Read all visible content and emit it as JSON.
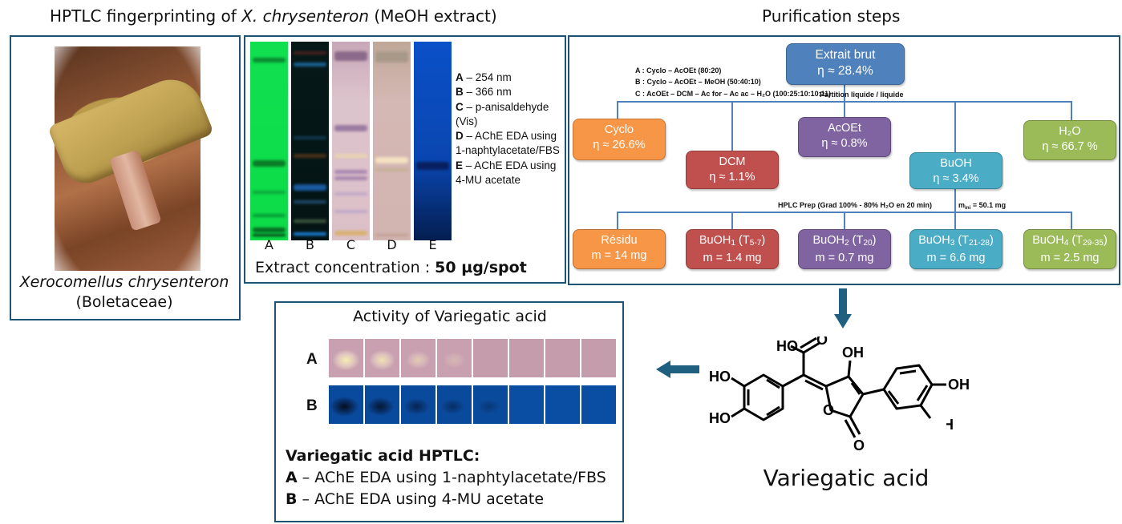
{
  "left_panel": {
    "title_prefix": "HPTLC fingerprinting of ",
    "title_species": "X. chrysenteron",
    "title_suffix": " (MeOH extract)",
    "photo_icon": "mushroom-photo",
    "species_name": "Xerocomellus chrysenteron",
    "family": "(Boletaceae)"
  },
  "tlc": {
    "plates": [
      {
        "label": "A",
        "background": "#0fe04a"
      },
      {
        "label": "B",
        "background": "#061a1a"
      },
      {
        "label": "C",
        "background": "#dcc0c8"
      },
      {
        "label": "D",
        "background": "#d2b4b0"
      },
      {
        "label": "E",
        "background": "#0a46b4"
      }
    ],
    "legend": [
      {
        "key": "A",
        "text": " – 254 nm"
      },
      {
        "key": "B",
        "text": " – 366 nm"
      },
      {
        "key": "C",
        "text": " – p-anisaldehyde (Vis)"
      },
      {
        "key": "D",
        "text": " – AChE EDA using 1-naphtylacetate/FBS"
      },
      {
        "key": "E",
        "text": " – AChE EDA using 4-MU acetate"
      }
    ],
    "concentration_label": "Extract concentration : ",
    "concentration_value": "50 µg/spot"
  },
  "purification": {
    "title": "Purification steps",
    "root": {
      "name": "Extrait brut",
      "yield": "η ≈ 28.4%"
    },
    "solvents": [
      "A : Cyclo – AcOEt (80:20)",
      "B : Cyclo – AcOEt – MeOH (50:40:10)",
      "C : AcOEt – DCM – Ac for – Ac ac – H₂O (100:25:10:10:11)"
    ],
    "partition_label": "Partition liquide / liquide",
    "fractions": [
      {
        "name": "Cyclo",
        "yield": "η ≈ 26.6%",
        "color": "#f79646"
      },
      {
        "name": "DCM",
        "yield": "η ≈ 1.1%",
        "color": "#c0504d"
      },
      {
        "name": "AcOEt",
        "yield": "η ≈ 0.8%",
        "color": "#8064a2"
      },
      {
        "name": "BuOH",
        "yield": "η ≈ 3.4%",
        "color": "#4bacc6"
      },
      {
        "name": "H₂O",
        "yield": "η ≈ 66.7 %",
        "color": "#9bbb59"
      }
    ],
    "hplc_label": "HPLC Prep (Grad 100% - 80% H₂O en 20 min)",
    "mass_initial_label": "m",
    "mass_initial_sub": "ini",
    "mass_initial_value": " = 50.1 mg",
    "subfractions": [
      {
        "name": "Résidu",
        "sub": "",
        "t": "",
        "tsub": "",
        "mass": "m = 14 mg",
        "color": "#f79646"
      },
      {
        "name": "BuOH",
        "sub": "1",
        "t": " (T",
        "tsub": "5-7",
        "mass": "m = 1.4 mg",
        "color": "#c0504d"
      },
      {
        "name": "BuOH",
        "sub": "2",
        "t": " (T",
        "tsub": "20",
        "mass": "m = 0.7 mg",
        "color": "#8064a2"
      },
      {
        "name": "BuOH",
        "sub": "3",
        "t": " (T",
        "tsub": "21-28",
        "mass": "m = 6.6 mg",
        "color": "#4bacc6"
      },
      {
        "name": "BuOH",
        "sub": "4",
        "t": " (T",
        "tsub": "29-35",
        "mass": "m = 2.5 mg",
        "color": "#9bbb59"
      }
    ]
  },
  "activity": {
    "title": "Activity of Variegatic acid",
    "rows": [
      {
        "label": "A",
        "spot_intensity": [
          1.0,
          0.85,
          0.55,
          0.3,
          0,
          0,
          0,
          0
        ]
      },
      {
        "label": "B",
        "spot_intensity": [
          1.0,
          0.85,
          0.6,
          0.45,
          0.3,
          0,
          0,
          0
        ]
      }
    ],
    "legend_header": "Variegatic acid HPTLC:",
    "legend": [
      {
        "key": "A",
        "text": " – AChE EDA using 1-naphtylacetate/FBS"
      },
      {
        "key": "B",
        "text": " – AChE EDA using 4-MU acetate"
      }
    ]
  },
  "molecule": {
    "name": "Variegatic acid",
    "atoms": {
      "ho_acid": "HO",
      "o_acid": "O",
      "oh_top": "OH",
      "ho_left1": "HO",
      "ho_left2": "HO",
      "oh_right1": "OH",
      "oh_right2": "OH",
      "o_ring": "O",
      "o_keto": "O"
    }
  },
  "arrows": {
    "down": "arrow-down",
    "left": "arrow-left"
  },
  "colors": {
    "frame": "#1f5574",
    "arrow": "#1f5f80",
    "connector": "#4f81bd"
  }
}
